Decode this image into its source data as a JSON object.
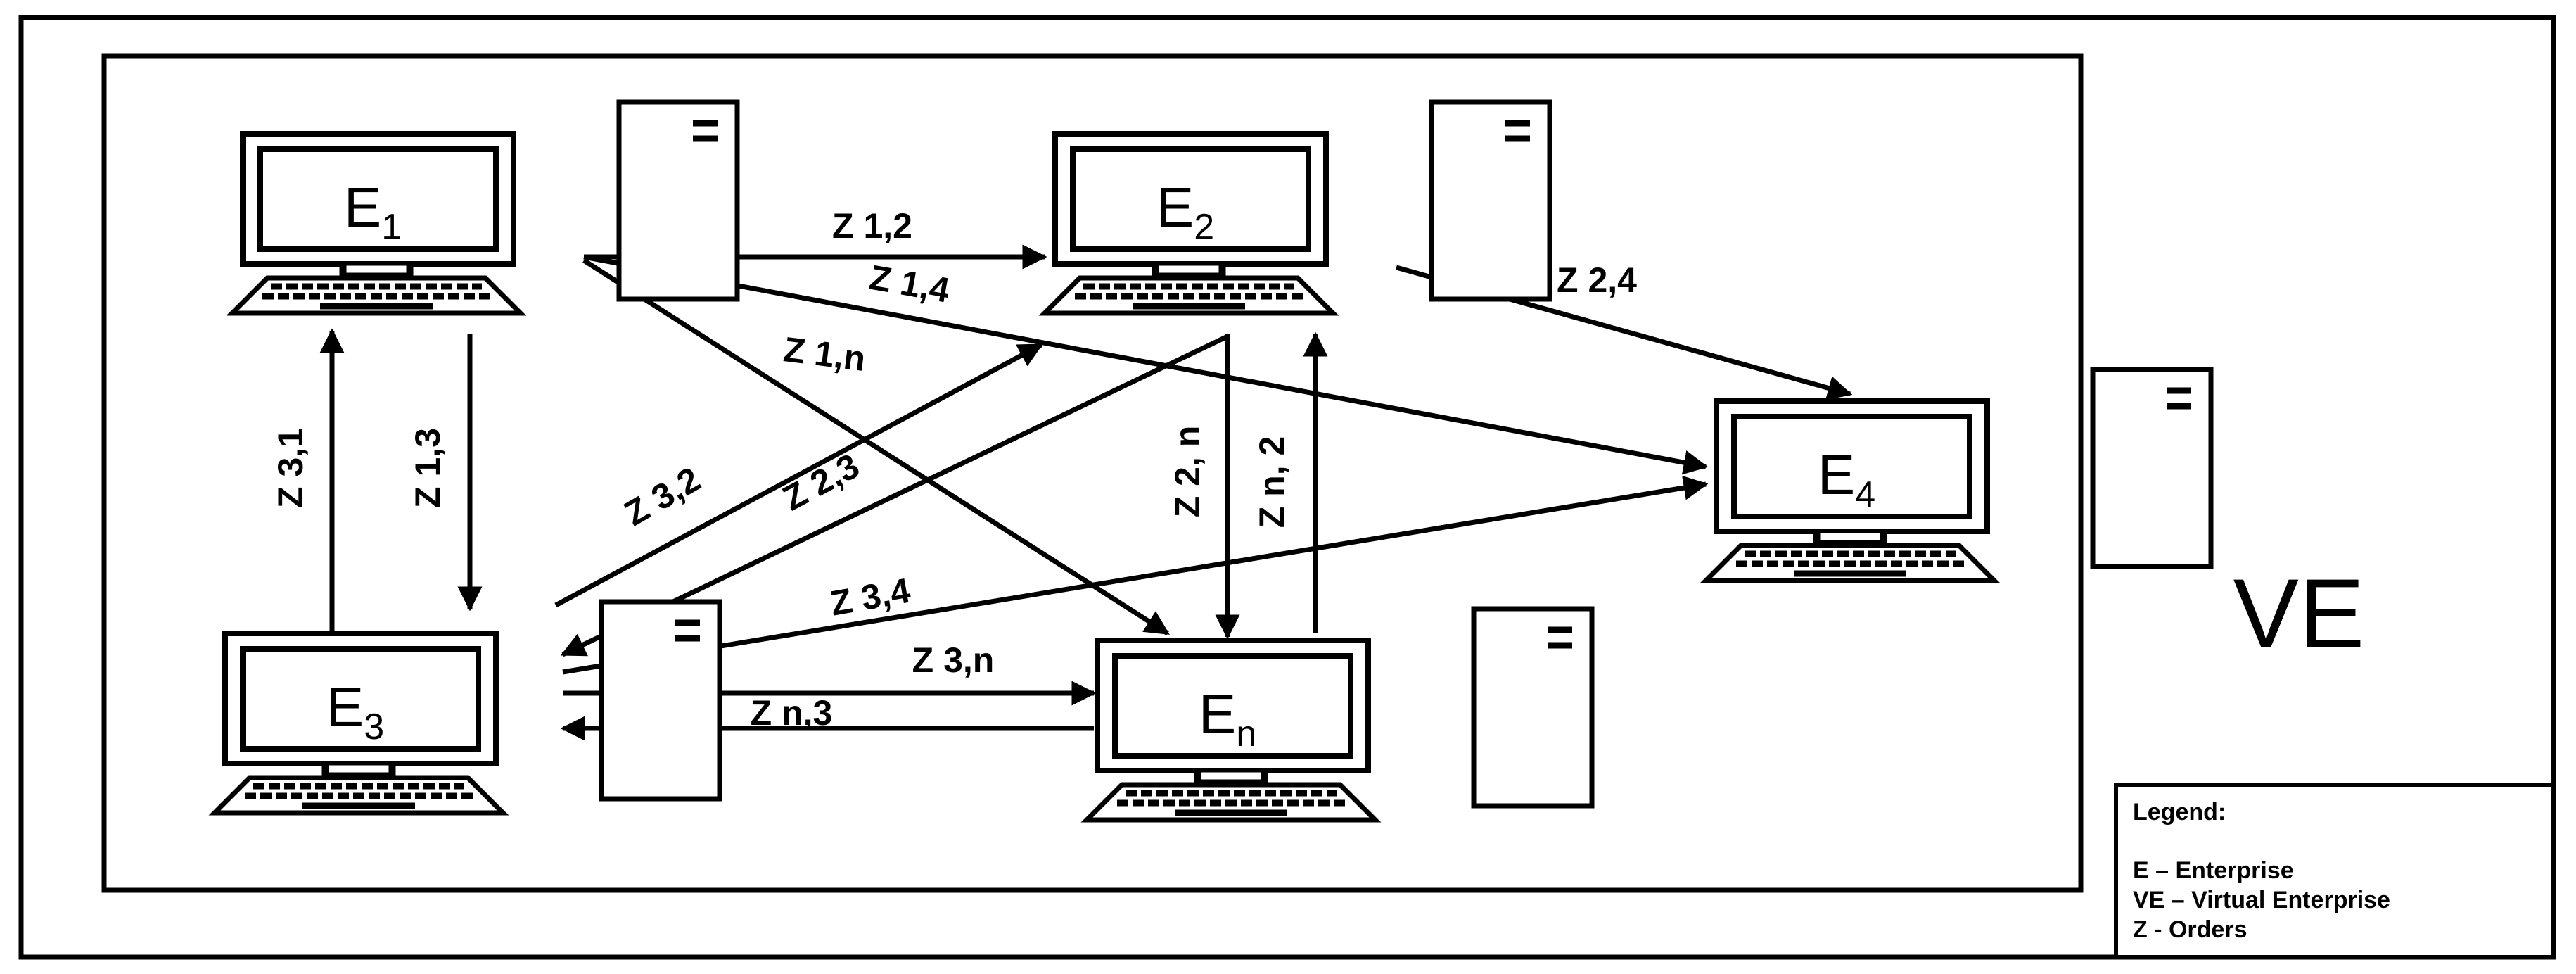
{
  "diagram": {
    "scope_label": "VE",
    "nodes": [
      {
        "id": "e1",
        "letter": "E",
        "sub": "1"
      },
      {
        "id": "e2",
        "letter": "E",
        "sub": "2"
      },
      {
        "id": "e3",
        "letter": "E",
        "sub": "3"
      },
      {
        "id": "en",
        "letter": "E",
        "sub": "n"
      },
      {
        "id": "e4",
        "letter": "E",
        "sub": "4"
      }
    ],
    "edges": [
      {
        "id": "z12",
        "from": "e1",
        "to": "e2",
        "label": "Z 1,2"
      },
      {
        "id": "z14",
        "from": "e1",
        "to": "e4",
        "label": "Z 1,4"
      },
      {
        "id": "z1n",
        "from": "e1",
        "to": "en",
        "label": "Z 1,n"
      },
      {
        "id": "z13",
        "from": "e1",
        "to": "e3",
        "label": "Z 1,3"
      },
      {
        "id": "z31",
        "from": "e3",
        "to": "e1",
        "label": "Z 3,1"
      },
      {
        "id": "z24",
        "from": "e2",
        "to": "e4",
        "label": "Z 2,4"
      },
      {
        "id": "z32",
        "from": "e3",
        "to": "e2",
        "label": "Z 3,2"
      },
      {
        "id": "z23",
        "from": "e2",
        "to": "e3",
        "label": "Z 2,3"
      },
      {
        "id": "z2n",
        "from": "e2",
        "to": "en",
        "label": "Z 2, n"
      },
      {
        "id": "zn2",
        "from": "en",
        "to": "e2",
        "label": "Z n, 2"
      },
      {
        "id": "z34",
        "from": "e3",
        "to": "e4",
        "label": "Z 3,4"
      },
      {
        "id": "z3n",
        "from": "e3",
        "to": "en",
        "label": "Z 3,n"
      },
      {
        "id": "zn3",
        "from": "en",
        "to": "e3",
        "label": "Z n,3"
      }
    ]
  },
  "legend": {
    "title": "Legend:",
    "items": [
      "E – Enterprise",
      "VE – Virtual Enterprise",
      "Z - Orders"
    ]
  }
}
